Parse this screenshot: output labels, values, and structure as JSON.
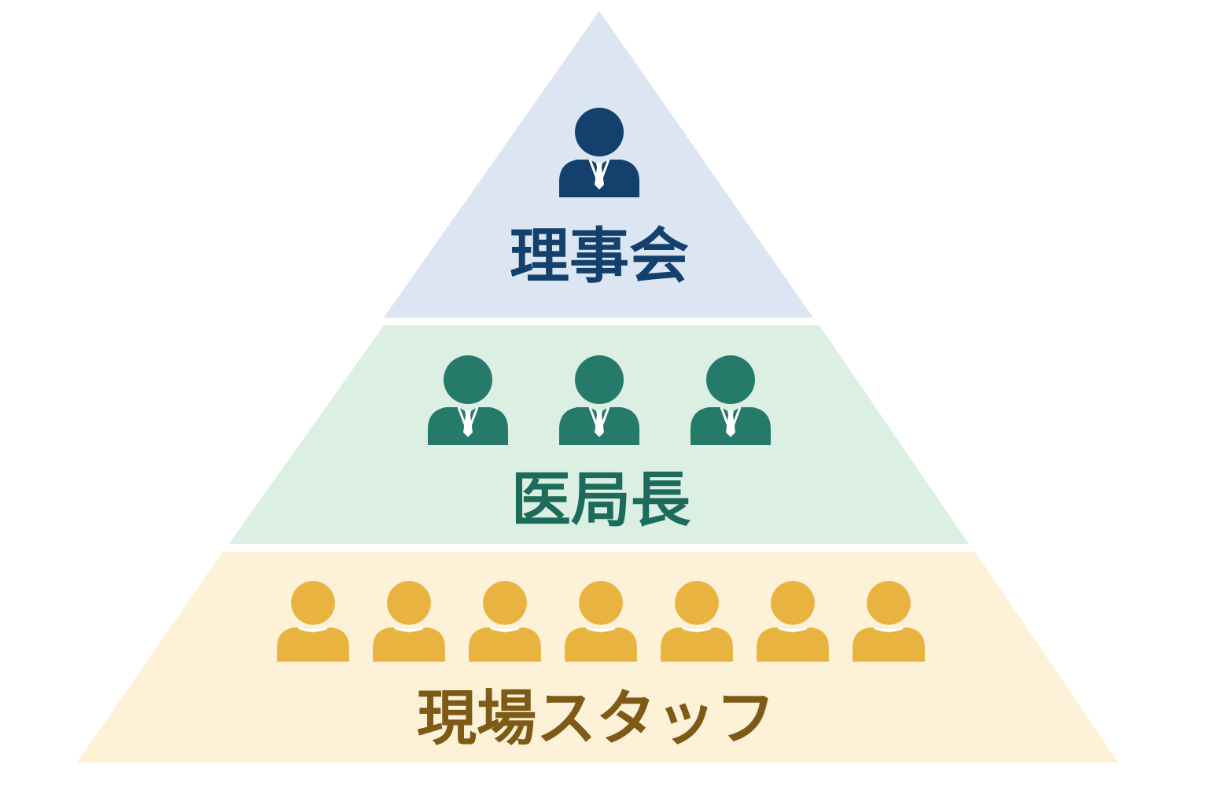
{
  "tiers": [
    {
      "id": "board",
      "label": "理事会",
      "people": 1,
      "person_icon": "person-with-tie-icon",
      "fill": "#dce6f3",
      "icon_color": "#14406e",
      "text_color": "#14406e"
    },
    {
      "id": "directors",
      "label": "医局長",
      "people": 3,
      "person_icon": "person-with-tie-icon",
      "fill": "#dcefe3",
      "icon_color": "#267a6a",
      "text_color": "#1d6b5b"
    },
    {
      "id": "staff",
      "label": "現場スタッフ",
      "people": 7,
      "person_icon": "person-icon",
      "fill": "#fdf1d8",
      "icon_color": "#e8b43f",
      "text_color": "#7e5a17"
    }
  ]
}
